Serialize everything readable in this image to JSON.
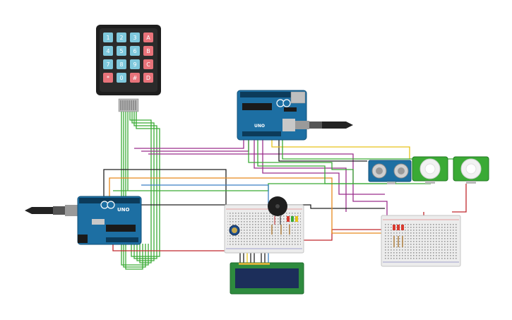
{
  "keypad": {
    "keys": [
      "1",
      "2",
      "3",
      "A",
      "4",
      "5",
      "6",
      "B",
      "7",
      "8",
      "9",
      "C",
      "*",
      "0",
      "#",
      "D"
    ],
    "digit_color": "#7fc8dc",
    "letter_color": "#e8737a"
  },
  "arduino_top": {
    "board_label": "UNO",
    "brand": "ARDUINO"
  },
  "arduino_left": {
    "board_label": "UNO",
    "brand": "ARDUINO"
  },
  "lcd": {
    "backlight_color": "#1c2e5a",
    "bezel_color": "#2e8b3e"
  },
  "sensors": {
    "ultrasonic": "HC-SR04",
    "pir_count": 2
  },
  "colors": {
    "board_blue": "#1d6fa3",
    "wire_green": "#3aaa35",
    "wire_purple": "#9b2f8c",
    "wire_red": "#c0282d",
    "wire_orange": "#e8891c",
    "wire_yellow": "#e6c21a",
    "wire_black": "#222222",
    "wire_blue": "#3b7fc4"
  }
}
